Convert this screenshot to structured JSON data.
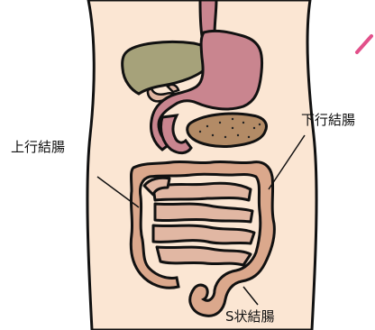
{
  "labels": {
    "ascending_colon": "上行結腸",
    "descending_colon": "下行結腸",
    "sigmoid_colon": "S状結腸"
  },
  "colors": {
    "skin": "#fbe6d3",
    "stomach": "#c9858f",
    "liver": "#a6a27a",
    "pancreas": "#b38b66",
    "small_intestine": "#e1b7a3",
    "large_intestine": "#dba88c",
    "accent_arrow": "#e2508a",
    "outline": "#111111"
  }
}
